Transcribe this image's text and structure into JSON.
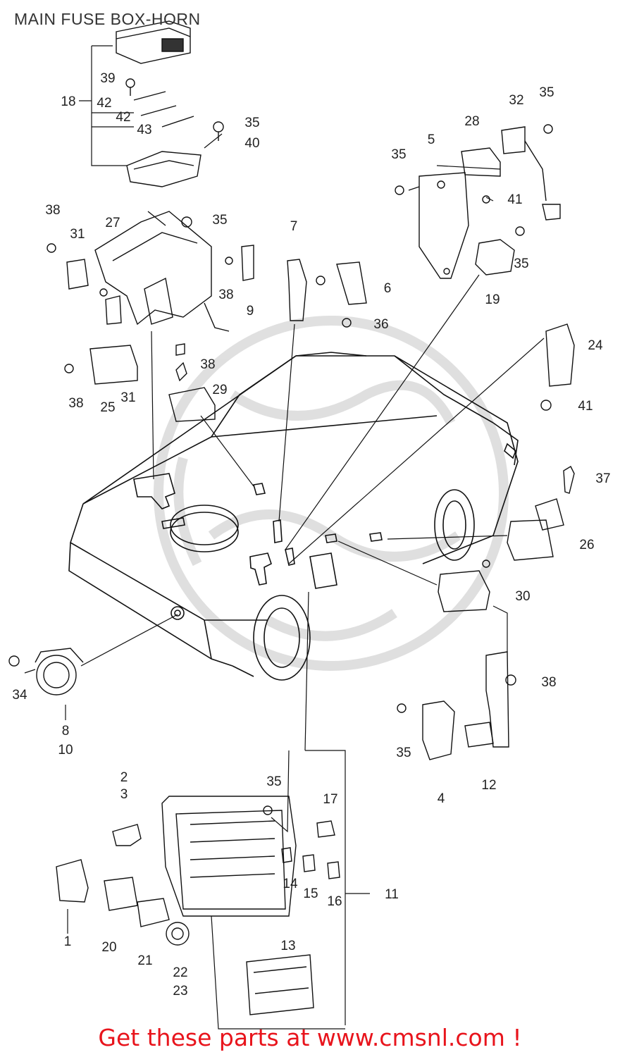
{
  "title": "MAIN FUSE BOX-HORN",
  "footer": "Get these parts at www.cmsnl.com !",
  "colors": {
    "line": "#111111",
    "ink": "#222222",
    "footer": "#e8141c",
    "watermark": "#d8d8d8"
  },
  "callouts": [
    "39",
    "42",
    "42",
    "43",
    "18",
    "35",
    "40",
    "32",
    "35",
    "28",
    "5",
    "35",
    "41",
    "35",
    "19",
    "38",
    "31",
    "27",
    "35",
    "7",
    "6",
    "38",
    "9",
    "36",
    "38",
    "38",
    "25",
    "31",
    "29",
    "24",
    "41",
    "37",
    "26",
    "30",
    "34",
    "8",
    "10",
    "38",
    "35",
    "4",
    "12",
    "2",
    "3",
    "35",
    "17",
    "14",
    "15",
    "16",
    "11",
    "1",
    "20",
    "21",
    "22",
    "23",
    "13"
  ]
}
